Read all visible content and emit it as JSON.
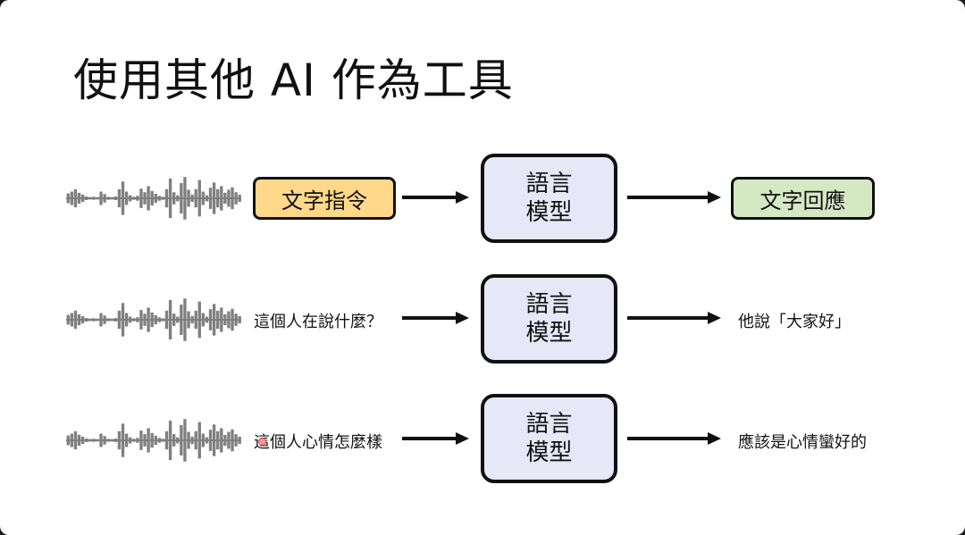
{
  "title": "使用其他 AI 作為工具",
  "rows": [
    {
      "input": "文字指令",
      "model": [
        "語言",
        "模型"
      ],
      "output": "文字回應"
    },
    {
      "input": "這個人在說什麼？",
      "model": [
        "語言",
        "模型"
      ],
      "output": "他說「大家好」"
    },
    {
      "input": "這個人心情怎麼樣",
      "model": [
        "語言",
        "模型"
      ],
      "output": "應該是心情蠻好的"
    }
  ],
  "colors": {
    "input_box": "#ffd889",
    "output_box": "#d5e8c4",
    "model_box": "#e6e8f7",
    "wave": "#7f7f7f"
  },
  "icons": {
    "audio": "audio-waveform-icon",
    "arrow": "arrow-right-icon"
  }
}
